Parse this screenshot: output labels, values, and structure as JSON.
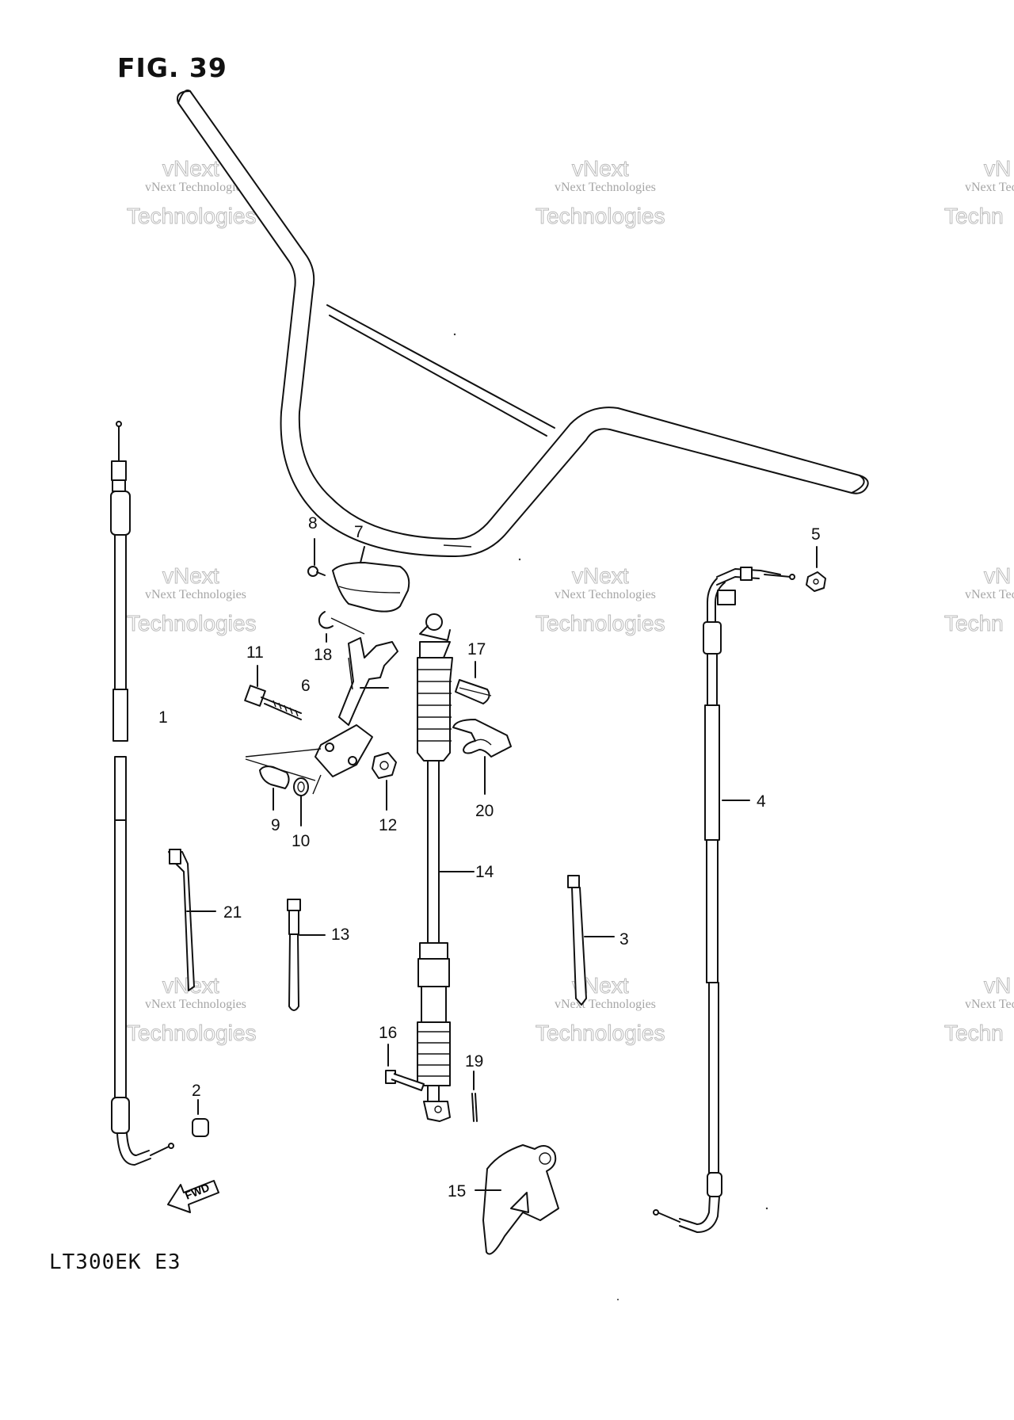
{
  "figure": {
    "title": "FIG. 39",
    "model": "LT300EK  E3",
    "fwd_label": "FWD"
  },
  "watermark": {
    "name": "vNext Technologies",
    "word_top": "vNext",
    "word_bottom": "Technologies",
    "name_clipped": "vNext Techn",
    "word_top_clipped": "vN",
    "word_bottom_clipped": "Techn"
  },
  "callouts": {
    "c1": "1",
    "c2": "2",
    "c3": "3",
    "c4": "4",
    "c5": "5",
    "c6": "6",
    "c7": "7",
    "c8": "8",
    "c9": "9",
    "c10": "10",
    "c11": "11",
    "c12": "12",
    "c13": "13",
    "c14": "14",
    "c15": "15",
    "c16": "16",
    "c17": "17",
    "c18": "18",
    "c19": "19",
    "c20": "20",
    "c21": "21"
  }
}
